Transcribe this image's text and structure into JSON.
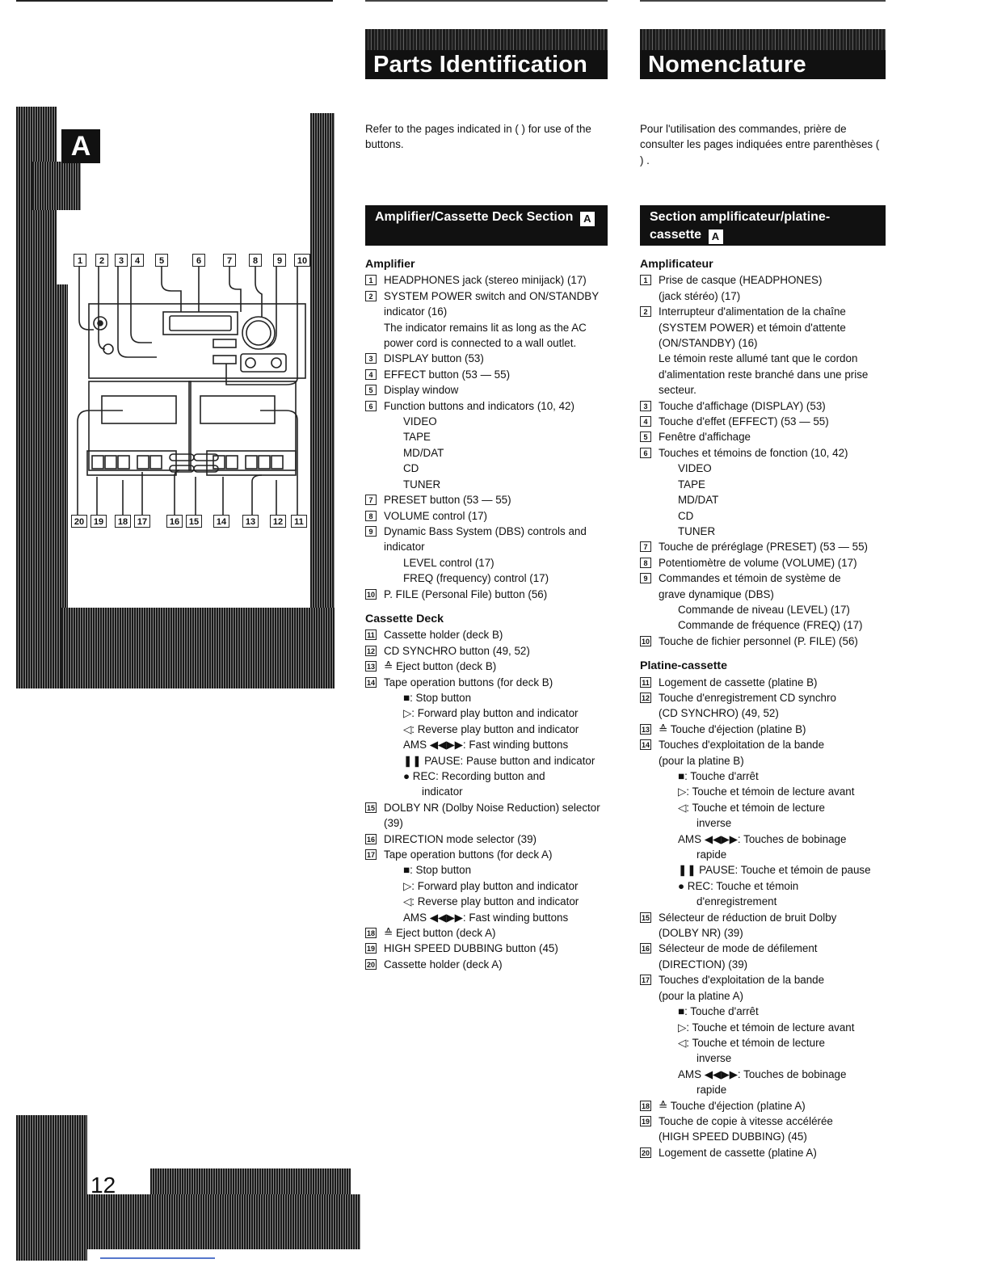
{
  "page_number": "12",
  "figure": {
    "label": "A",
    "callouts_top": [
      "1",
      "2",
      "3",
      "4",
      "5",
      "6",
      "7",
      "8",
      "9",
      "10"
    ],
    "callouts_bottom": [
      "20",
      "19",
      "18",
      "17",
      "16",
      "15",
      "14",
      "13",
      "12",
      "11"
    ]
  },
  "english": {
    "header": "Parts Identification",
    "intro": "Refer to the pages indicated in ( ) for use of the buttons.",
    "section_title": "Amplifier/Cassette Deck Section",
    "section_badge": "A",
    "amp_heading": "Amplifier",
    "amp_items": [
      {
        "num": "1",
        "lines": [
          "HEADPHONES jack (stereo minijack) (17)"
        ]
      },
      {
        "num": "2",
        "lines": [
          "SYSTEM POWER switch and ON/STANDBY",
          "indicator (16)",
          "The indicator remains lit as long as the AC",
          "power cord is connected to a wall outlet."
        ]
      },
      {
        "num": "3",
        "lines": [
          "DISPLAY button (53)"
        ]
      },
      {
        "num": "4",
        "lines": [
          "EFFECT button (53 — 55)"
        ]
      },
      {
        "num": "5",
        "lines": [
          "Display window"
        ]
      },
      {
        "num": "6",
        "lines": [
          "Function buttons and indicators (10, 42)"
        ],
        "sub": [
          "VIDEO",
          "TAPE",
          "MD/DAT",
          "CD",
          "TUNER"
        ]
      },
      {
        "num": "7",
        "lines": [
          "PRESET button (53 — 55)"
        ]
      },
      {
        "num": "8",
        "lines": [
          "VOLUME control (17)"
        ]
      },
      {
        "num": "9",
        "lines": [
          "Dynamic Bass System (DBS) controls and",
          "indicator"
        ],
        "sub": [
          "LEVEL control (17)",
          "FREQ (frequency) control (17)"
        ]
      },
      {
        "num": "10",
        "lines": [
          "P. FILE (Personal File) button (56)"
        ]
      }
    ],
    "deck_heading": "Cassette Deck",
    "deck_items": [
      {
        "num": "11",
        "lines": [
          "Cassette holder (deck B)"
        ]
      },
      {
        "num": "12",
        "lines": [
          "CD SYNCHRO button (49, 52)"
        ]
      },
      {
        "num": "13",
        "lines": [
          "≙ Eject button (deck B)"
        ]
      },
      {
        "num": "14",
        "lines": [
          "Tape operation buttons (for deck B)"
        ],
        "sub": [
          "■: Stop button",
          "▷: Forward play button and indicator",
          "◁: Reverse play button and indicator",
          "AMS ◀◀▶▶: Fast winding buttons",
          "❚❚ PAUSE: Pause button and indicator",
          "● REC: Recording button and"
        ],
        "sub2": [
          "indicator"
        ]
      },
      {
        "num": "15",
        "lines": [
          "DOLBY NR (Dolby Noise Reduction) selector",
          "(39)"
        ]
      },
      {
        "num": "16",
        "lines": [
          "DIRECTION mode selector (39)"
        ]
      },
      {
        "num": "17",
        "lines": [
          "Tape operation buttons (for deck A)"
        ],
        "sub": [
          "■: Stop button",
          "▷: Forward play button and indicator",
          "◁: Reverse play button and indicator",
          "AMS ◀◀▶▶: Fast winding buttons"
        ]
      },
      {
        "num": "18",
        "lines": [
          "≙ Eject button (deck A)"
        ]
      },
      {
        "num": "19",
        "lines": [
          "HIGH SPEED DUBBING button (45)"
        ]
      },
      {
        "num": "20",
        "lines": [
          "Cassette holder (deck A)"
        ]
      }
    ]
  },
  "french": {
    "header": "Nomenclature",
    "intro": "Pour l'utilisation des commandes, prière de consulter les pages indiquées entre parenthèses ( ) .",
    "section_title": "Section amplificateur/platine-cassette",
    "section_badge": "A",
    "amp_heading": "Amplificateur",
    "amp_items": [
      {
        "num": "1",
        "lines": [
          "Prise de casque (HEADPHONES)",
          "(jack stéréo) (17)"
        ]
      },
      {
        "num": "2",
        "lines": [
          "Interrupteur d'alimentation de la chaîne",
          "(SYSTEM POWER) et témoin d'attente",
          "(ON/STANDBY) (16)",
          "Le témoin reste allumé tant que le cordon",
          "d'alimentation reste branché dans une prise",
          "secteur."
        ]
      },
      {
        "num": "3",
        "lines": [
          "Touche d'affichage (DISPLAY) (53)"
        ]
      },
      {
        "num": "4",
        "lines": [
          "Touche d'effet (EFFECT) (53 — 55)"
        ]
      },
      {
        "num": "5",
        "lines": [
          "Fenêtre d'affichage"
        ]
      },
      {
        "num": "6",
        "lines": [
          "Touches et témoins de fonction (10, 42)"
        ],
        "sub": [
          "VIDEO",
          "TAPE",
          "MD/DAT",
          "CD",
          "TUNER"
        ]
      },
      {
        "num": "7",
        "lines": [
          "Touche de préréglage (PRESET) (53 — 55)"
        ]
      },
      {
        "num": "8",
        "lines": [
          "Potentiomètre de volume (VOLUME) (17)"
        ]
      },
      {
        "num": "9",
        "lines": [
          "Commandes et témoin de système de",
          "grave dynamique (DBS)"
        ],
        "sub": [
          "Commande de niveau (LEVEL) (17)",
          "Commande de fréquence (FREQ) (17)"
        ]
      },
      {
        "num": "10",
        "lines": [
          "Touche de fichier personnel (P. FILE) (56)"
        ]
      }
    ],
    "deck_heading": "Platine-cassette",
    "deck_items": [
      {
        "num": "11",
        "lines": [
          "Logement de cassette (platine B)"
        ]
      },
      {
        "num": "12",
        "lines": [
          "Touche d'enregistrement CD synchro",
          "(CD SYNCHRO) (49, 52)"
        ]
      },
      {
        "num": "13",
        "lines": [
          "≙ Touche d'éjection (platine B)"
        ]
      },
      {
        "num": "14",
        "lines": [
          "Touches d'exploitation de la bande",
          "(pour la platine B)"
        ],
        "sub": [
          "■: Touche d'arrêt",
          "▷: Touche et témoin de lecture avant",
          "◁: Touche et témoin de lecture"
        ],
        "sub2": [
          "inverse"
        ],
        "sub_b": [
          "AMS ◀◀▶▶: Touches de bobinage"
        ],
        "sub2_b": [
          "rapide"
        ],
        "sub_c": [
          "❚❚ PAUSE: Touche et témoin de pause",
          "● REC: Touche et témoin"
        ],
        "sub2_c": [
          "d'enregistrement"
        ]
      },
      {
        "num": "15",
        "lines": [
          "Sélecteur de réduction de bruit Dolby",
          "(DOLBY NR) (39)"
        ]
      },
      {
        "num": "16",
        "lines": [
          "Sélecteur de mode de défilement",
          "(DIRECTION) (39)"
        ]
      },
      {
        "num": "17",
        "lines": [
          "Touches d'exploitation de la bande",
          "(pour la platine A)"
        ],
        "sub": [
          "■: Touche d'arrêt",
          "▷: Touche et témoin de lecture avant",
          "◁: Touche et témoin de lecture"
        ],
        "sub2": [
          "inverse"
        ],
        "sub_b": [
          "AMS ◀◀▶▶: Touches de bobinage"
        ],
        "sub2_b": [
          "rapide"
        ]
      },
      {
        "num": "18",
        "lines": [
          "≙ Touche d'éjection (platine A)"
        ]
      },
      {
        "num": "19",
        "lines": [
          "Touche de copie à vitesse accélérée",
          "(HIGH SPEED DUBBING) (45)"
        ]
      },
      {
        "num": "20",
        "lines": [
          "Logement de cassette (platine A)"
        ]
      }
    ]
  }
}
